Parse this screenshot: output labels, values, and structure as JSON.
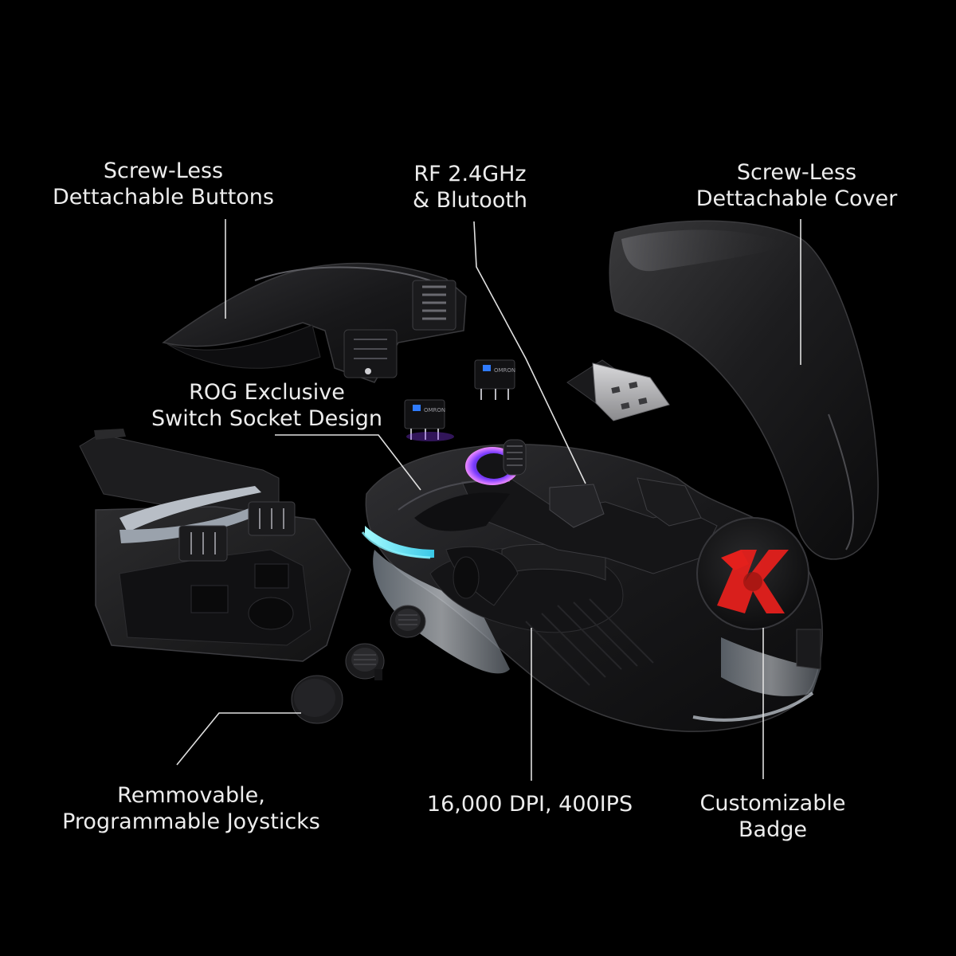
{
  "colors": {
    "background": "#000000",
    "text": "#ededed",
    "leader_line": "#e0e0e0",
    "rgb_cyan": "#5fe6f0",
    "rgb_magenta": "#d05cff",
    "switch_blue": "#2f7bff",
    "badge_red": "#e4201c"
  },
  "callouts": {
    "buttons": {
      "line1": "Screw-Less",
      "line2": "Dettachable Buttons"
    },
    "rf": {
      "line1": "RF 2.4GHz",
      "line2": "& Blutooth"
    },
    "cover": {
      "line1": "Screw-Less",
      "line2": "Dettachable Cover"
    },
    "switch_socket": {
      "line1": "ROG Exclusive",
      "line2": "Switch Socket Design"
    },
    "joysticks": {
      "line1": "Remmovable,",
      "line2": "Programmable Joysticks"
    },
    "sensor": {
      "line1": "16,000 DPI, 400IPS"
    },
    "badge": {
      "line1": "Customizable",
      "line2": "Badge",
      "emblem_text": "K"
    }
  },
  "components": {
    "switch_label": "OMRON",
    "icons": [
      "usb-dongle-icon",
      "micro-switch-icon",
      "joystick-cap-icon",
      "tweezers-icon",
      "badge-emblem-icon"
    ]
  }
}
